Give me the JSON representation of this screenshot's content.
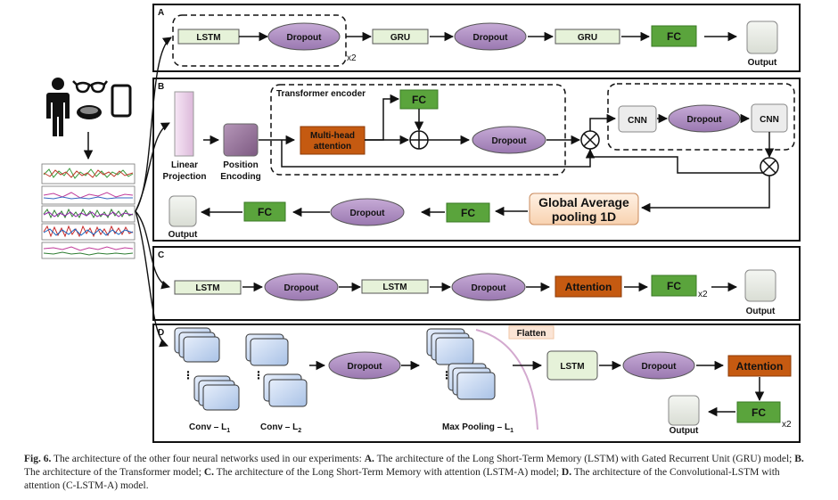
{
  "panels": {
    "a": "A",
    "b": "B",
    "c": "C",
    "d": "D"
  },
  "labels": {
    "lstm": "LSTM",
    "gru": "GRU",
    "dropout": "Dropout",
    "fc": "FC",
    "output": "Output",
    "x2": "x2",
    "linear_projection_1": "Linear",
    "linear_projection_2": "Projection",
    "position_encoding_1": "Position",
    "position_encoding_2": "Encoding",
    "transformer_encoder": "Transformer encoder",
    "multihead_1": "Multi-head",
    "multihead_2": "attention",
    "cnn": "CNN",
    "gap_1": "Global Average",
    "gap_2": "pooling 1D",
    "attention": "Attention",
    "flatten": "Flatten",
    "conv_l1": "Conv – L",
    "conv_l2": "Conv – L",
    "max_pooling": "Max Pooling – L",
    "sub1": "1",
    "sub2": "2"
  },
  "colors": {
    "lstm_fill": "#e6f2d9",
    "fc_fill": "#5aa43c",
    "dropout_fill": "#b191c4",
    "attention_fill": "#c55a11",
    "output_fill": "#e8ece5",
    "cnn_fill": "#ececec",
    "gap_fill": "#fde3cc",
    "linear_fill": "#ead1e8",
    "pos_fill": "#9c7aa0",
    "conv_fill": "#c9d9f0"
  },
  "caption": {
    "fig": "Fig. 6.",
    "intro": " The architecture of the other four neural networks used in our experiments: ",
    "a_label": "A.",
    "a_text": " The architecture of the Long Short-Term Memory (LSTM) with Gated Recurrent Unit (GRU) model; ",
    "b_label": "B.",
    "b_text": " The architecture of the Transformer model; ",
    "c_label": "C.",
    "c_text": " The architecture of the Long Short-Term Memory with attention (LSTM-A) model; ",
    "d_label": "D.",
    "d_text": " The architecture of the Convolutional-LSTM with attention (C-LSTM-A) model."
  }
}
